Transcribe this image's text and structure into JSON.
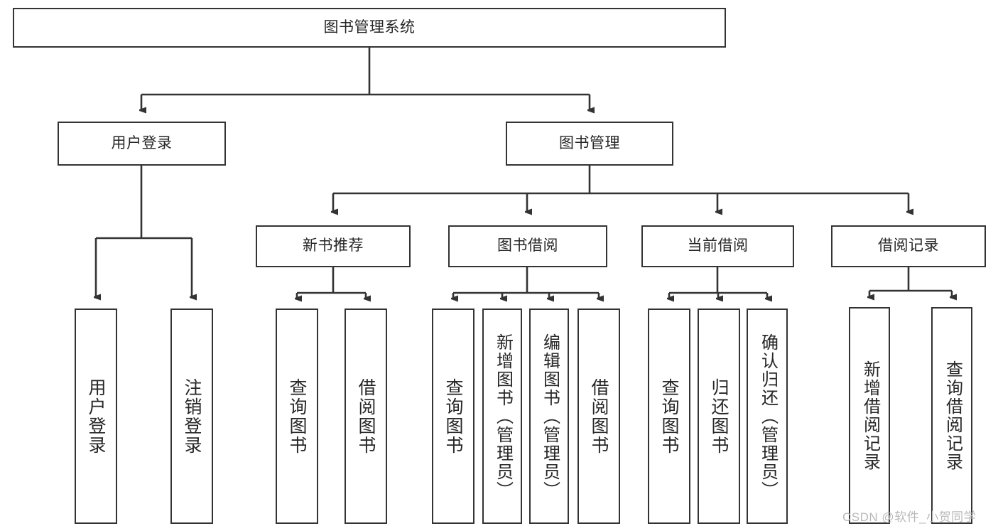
{
  "diagram": {
    "title": "图书管理系统",
    "type": "tree-hierarchy",
    "root": {
      "label": "图书管理系统"
    },
    "level2": [
      {
        "label": "用户登录"
      },
      {
        "label": "图书管理"
      }
    ],
    "level3": [
      {
        "label": "新书推荐"
      },
      {
        "label": "图书借阅"
      },
      {
        "label": "当前借阅"
      },
      {
        "label": "借阅记录"
      }
    ],
    "leaves": {
      "user_login": [
        {
          "label": "用户登录"
        },
        {
          "label": "注销登录"
        }
      ],
      "new_book_recommend": [
        {
          "label": "查询图书"
        },
        {
          "label": "借阅图书"
        }
      ],
      "book_borrow": [
        {
          "label": "查询图书"
        },
        {
          "label": "新增图书（管理员）"
        },
        {
          "label": "编辑图书（管理员）"
        },
        {
          "label": "借阅图书"
        }
      ],
      "current_borrow": [
        {
          "label": "查询图书"
        },
        {
          "label": "归还图书"
        },
        {
          "label": "确认归还（管理员）"
        }
      ],
      "borrow_record": [
        {
          "label": "新增借阅记录"
        },
        {
          "label": "查询借阅记录"
        }
      ]
    }
  },
  "watermark": {
    "text": "CSDN @软件_小贺同学"
  },
  "colors": {
    "border": "#333333",
    "text": "#262626",
    "background": "#ffffff",
    "watermark": "#b9b9b9"
  }
}
